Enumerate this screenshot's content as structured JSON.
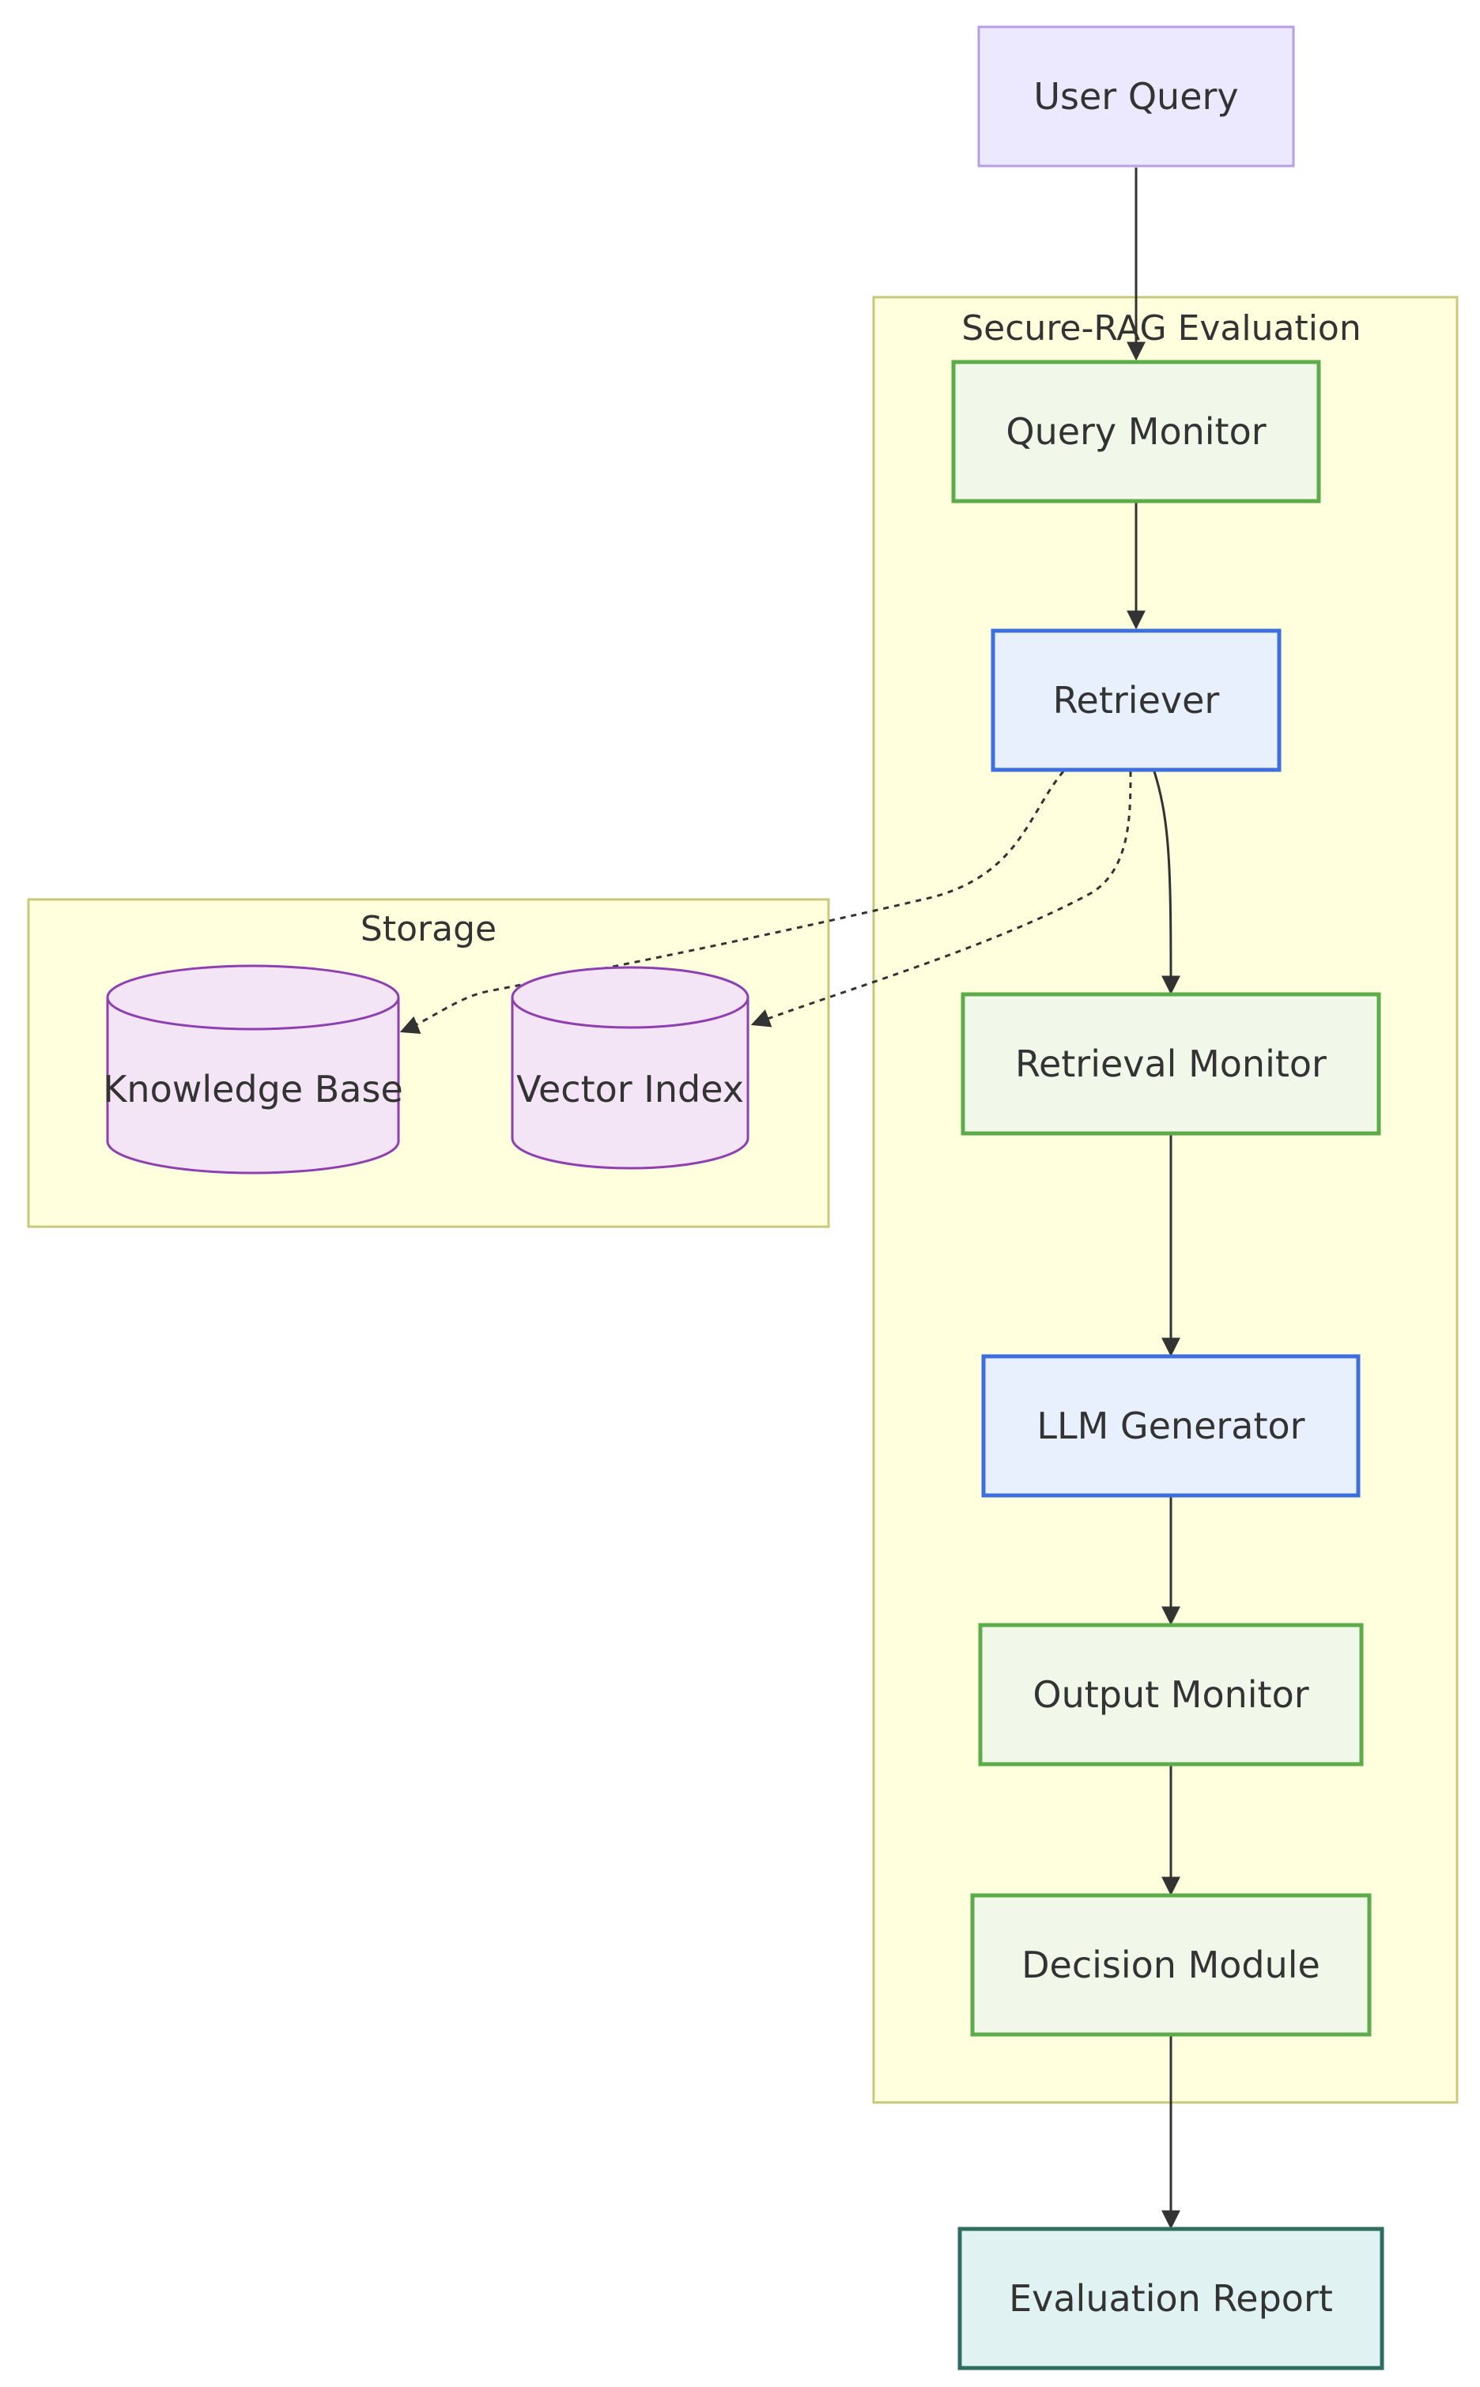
{
  "diagram": {
    "clusters": {
      "secure_rag": {
        "title": "Secure-RAG Evaluation"
      },
      "storage": {
        "title": "Storage"
      }
    },
    "nodes": {
      "user_query": "User Query",
      "query_monitor": "Query Monitor",
      "retriever": "Retriever",
      "retrieval_monitor": "Retrieval Monitor",
      "llm_generator": "LLM Generator",
      "output_monitor": "Output Monitor",
      "decision_module": "Decision Module",
      "evaluation_report": "Evaluation Report",
      "knowledge_base": "Knowledge Base",
      "vector_index": "Vector Index"
    },
    "edges": [
      {
        "from": "User Query",
        "to": "Query Monitor",
        "style": "solid"
      },
      {
        "from": "Query Monitor",
        "to": "Retriever",
        "style": "solid"
      },
      {
        "from": "Retriever",
        "to": "Knowledge Base",
        "style": "dotted"
      },
      {
        "from": "Retriever",
        "to": "Vector Index",
        "style": "dotted"
      },
      {
        "from": "Retriever",
        "to": "Retrieval Monitor",
        "style": "solid"
      },
      {
        "from": "Retrieval Monitor",
        "to": "LLM Generator",
        "style": "solid"
      },
      {
        "from": "LLM Generator",
        "to": "Output Monitor",
        "style": "solid"
      },
      {
        "from": "Output Monitor",
        "to": "Decision Module",
        "style": "solid"
      },
      {
        "from": "Decision Module",
        "to": "Evaluation Report",
        "style": "solid"
      }
    ],
    "colors": {
      "cluster_fill": "#ffffde",
      "cluster_stroke": "#c8c87a",
      "input_fill": "#ece8fd",
      "input_stroke": "#b79ee8",
      "monitor_fill": "#f1f8e9",
      "monitor_stroke": "#5cac4a",
      "process_fill": "#e8f0fe",
      "process_stroke": "#3b6fe0",
      "storage_fill": "#f3e5f5",
      "storage_stroke": "#8e3fb0",
      "report_fill": "#e0f2f1",
      "report_stroke": "#2e6e62",
      "edge": "#333333"
    }
  }
}
